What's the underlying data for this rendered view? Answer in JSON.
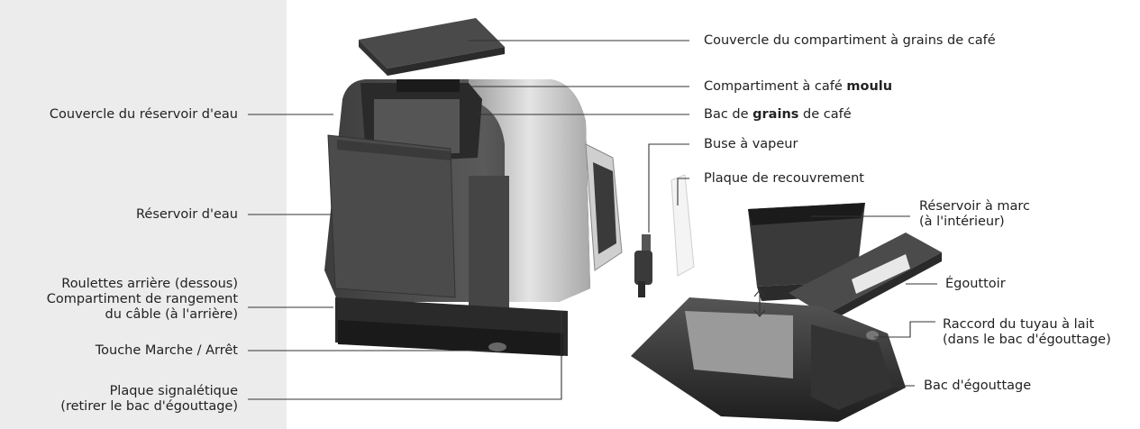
{
  "labels": {
    "bean_lid": "Couvercle du compartiment à grains de café",
    "ground_pre": "Compartiment à café ",
    "ground_bold": "moulu",
    "bean_pre": "Bac de ",
    "bean_bold": "grains",
    "bean_post": " de café",
    "steam": "Buse à vapeur",
    "cover_plate": "Plaque de recouvrement",
    "grounds_l1": "Réservoir à marc",
    "grounds_l2": "(à l'intérieur)",
    "drip_grid": "Égouttoir",
    "milk_l1": "Raccord du tuyau à lait",
    "milk_l2": "(dans le bac d'égouttage)",
    "drip_tray": "Bac d'égouttage",
    "water_lid": "Couvercle du réservoir d'eau",
    "water_tank": "Réservoir d'eau",
    "rear_wheels": "Roulettes arrière (dessous)",
    "cable_l1": "Compartiment de rangement",
    "cable_l2": "du câble  (à l'arrière)",
    "power": "Touche Marche / Arrêt",
    "plate_l1": "Plaque signalétique",
    "plate_l2": "(retirer le bac d'égouttage)"
  }
}
